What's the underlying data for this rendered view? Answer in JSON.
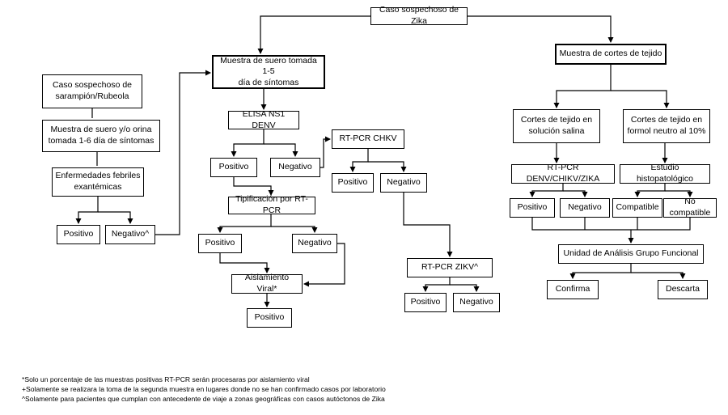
{
  "nodes": {
    "root": "Caso sospechoso de  Zika",
    "suero": "Muestra de suero tomada 1-5\ndía de síntomas",
    "tejido": "Muestra de cortes de tejido",
    "sarampion": "Caso sospechoso de\nsarampión/Rubeola",
    "suero_orina": "Muestra de suero y/o orina\ntomada 1-6 día de síntomas",
    "febriles": "Enfermedades febriles\nexantémicas",
    "feb_pos": "Positivo",
    "feb_neg": "Negativo^",
    "elisa": "ELISA NS1 DENV",
    "elisa_pos": "Positivo",
    "elisa_neg": "Negativo",
    "chkv": "RT-PCR CHKV",
    "chkv_pos": "Positivo",
    "chkv_neg": "Negativo",
    "tipificacion": "Tipificación por RT-PCR",
    "tip_pos": "Positivo",
    "tip_neg": "Negativo",
    "aislamiento": "Aislamiento Viral*",
    "ais_pos": "Positivo",
    "zikv": "RT-PCR ZIKV^",
    "zikv_pos": "Positivo",
    "zikv_neg": "Negativo",
    "salina": "Cortes de tejido en\nsolución salina",
    "formol": "Cortes de tejido en\nformol neutro al 10%",
    "rtpcr_multi": "RT-PCR DENV/CHIKV/ZIKA",
    "histo": "Estudio histopatológico",
    "multi_pos": "Positivo",
    "multi_neg": "Negativo",
    "compatible": "Compatible",
    "no_compatible": "No compatible",
    "unidad": "Unidad de Análisis Grupo Funcional",
    "confirma": "Confirma",
    "descarta": "Descarta"
  },
  "footnotes": [
    "*Solo un porcentaje de las muestras positivas RT-PCR serán procesaras por aislamiento viral",
    "+Solamente se realizara la toma de la segunda muestra en lugares donde no se han confirmado casos por laboratorio",
    "^Solamente para pacientes que cumplan con antecedente de viaje a zonas geográficas con casos autóctonos de Zika"
  ]
}
